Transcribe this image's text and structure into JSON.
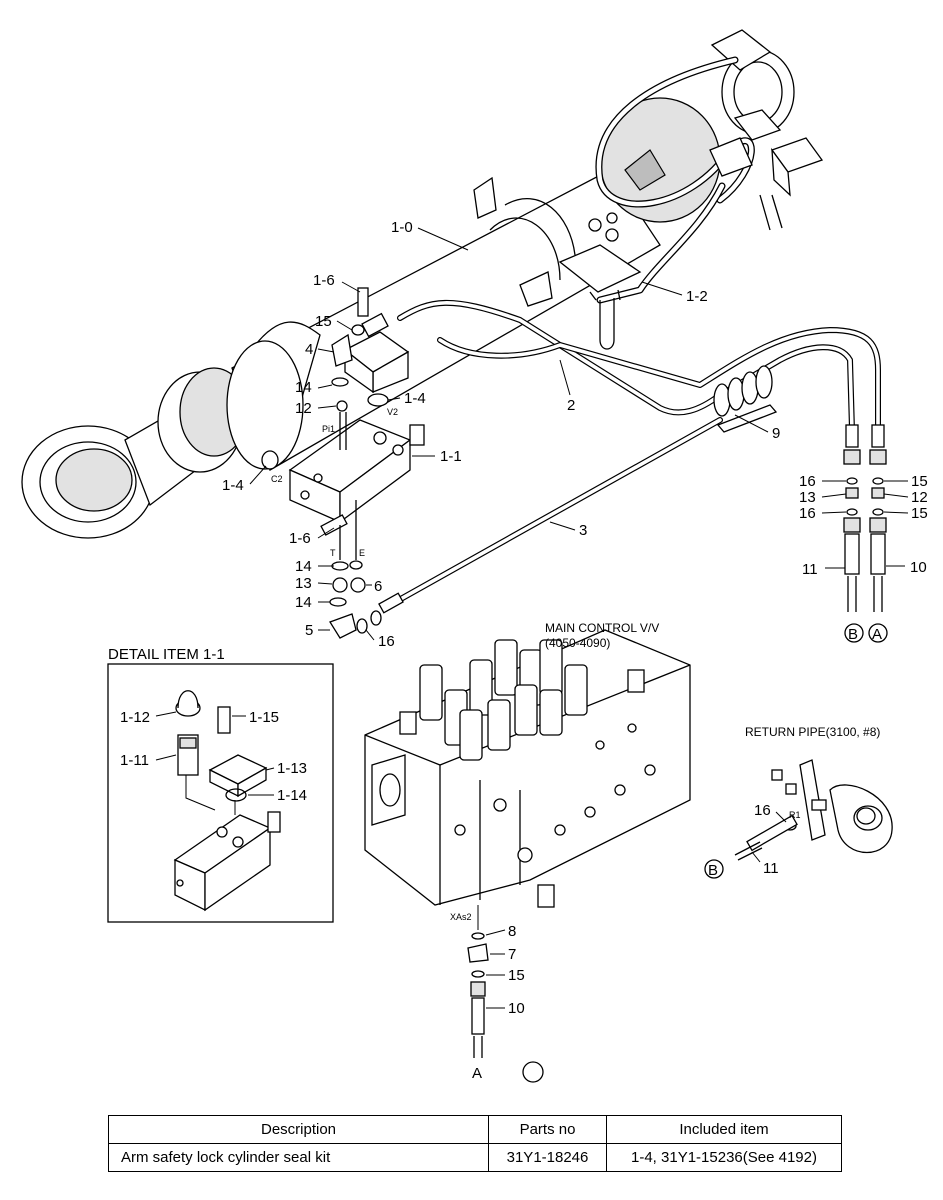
{
  "callouts": {
    "c1_0": "1-0",
    "c1_2": "1-2",
    "c1_6a": "1-6",
    "c15a": "15",
    "c4": "4",
    "c14a": "14",
    "c12a": "12",
    "c1_4a": "1-4",
    "c2": "2",
    "c1_4b": "1-4",
    "c1_1": "1-1",
    "c9": "9",
    "c1_6b": "1-6",
    "c14b": "14",
    "c13a": "13",
    "c6": "6",
    "c14c": "14",
    "c5": "5",
    "c16a": "16",
    "c3": "3",
    "c16b": "16",
    "c13b": "13",
    "c16c": "16",
    "c15b": "15",
    "c12b": "12",
    "c15c": "15",
    "c11a": "11",
    "c10a": "10",
    "c1_12": "1-12",
    "c1_15": "1-15",
    "c1_11": "1-11",
    "c1_13": "1-13",
    "c1_14": "1-14",
    "c16d": "16",
    "c11b": "11",
    "c8": "8",
    "c7": "7",
    "c15d": "15",
    "c10b": "10"
  },
  "port_marks": {
    "pi1": "Pi1",
    "v2": "V2",
    "c2": "C2",
    "t": "T",
    "e": "E",
    "xas2": "XAs2",
    "r1": "R1"
  },
  "connectors": {
    "b": "B",
    "a": "A",
    "a_bottom": "A",
    "b_return": "B"
  },
  "captions": {
    "detail": "DETAIL ITEM 1-1",
    "mcv_line1": "MAIN CONTROL V/V",
    "mcv_line2": "(4050-4090)",
    "return_pipe": "RETURN PIPE(3100, #8)"
  },
  "table": {
    "headers": {
      "description": "Description",
      "parts_no": "Parts no",
      "included": "Included item"
    },
    "rows": [
      {
        "description": "Arm safety lock cylinder seal kit",
        "parts_no": "31Y1-18246",
        "included": "1-4, 31Y1-15236(See 4192)"
      }
    ]
  }
}
